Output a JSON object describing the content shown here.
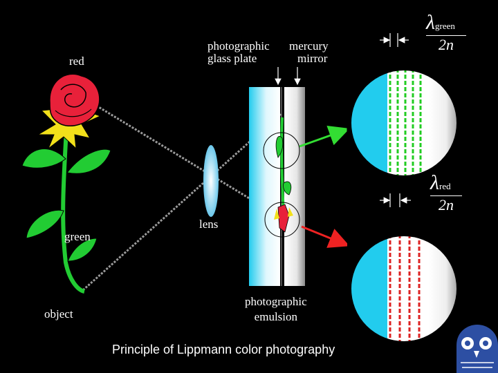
{
  "labels": {
    "red": "red",
    "green": "green",
    "object": "object",
    "lens": "lens",
    "plate_line1": "photographic",
    "plate_line2": "glass plate",
    "mirror_line1": "mercury",
    "mirror_line2": "mirror",
    "emulsion_line1": "photographic",
    "emulsion_line2": "emulsion"
  },
  "formulas": {
    "green": {
      "lambda": "λ",
      "sub": "green",
      "den": "2n"
    },
    "red": {
      "lambda": "λ",
      "sub": "red",
      "den": "2n"
    }
  },
  "caption": "Principle of Lippmann color photography",
  "colors": {
    "background": "#000000",
    "text": "#ffffff",
    "green_fringe": "#22cc22",
    "red_fringe": "#dd2222",
    "arrow_green": "#33dd33",
    "arrow_red": "#ee2222",
    "glass_cyan": "#22ccee",
    "ray_gray": "#9a9a9a",
    "rose_red": "#e8213a",
    "petal_yellow": "#f2e01a",
    "stem_green": "#22cc33"
  },
  "icons": [
    "rose-icon",
    "lens-icon",
    "owl-logo-icon"
  ]
}
